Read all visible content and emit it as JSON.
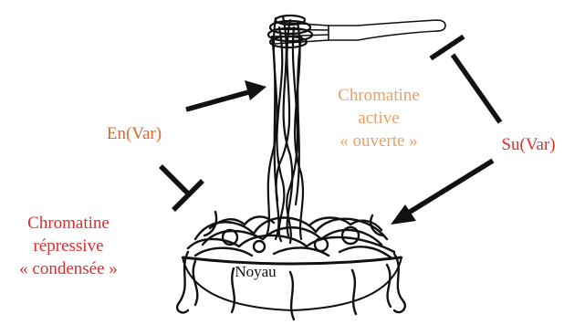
{
  "colors": {
    "enhancer": "#e0682c",
    "suppressor": "#e0302c",
    "active": "#e8a066",
    "repressive": "#e02c2c",
    "ink": "#111111"
  },
  "labels": {
    "en_var": "En(Var)",
    "su_var": "Su(Var)",
    "active": [
      "Chromatine",
      "active",
      "« ouverte »"
    ],
    "repressive": [
      "Chromatine",
      "répressive",
      "« condensée »"
    ],
    "noyau": "Noyau"
  },
  "icons": [
    "fork-icon",
    "bowl-icon",
    "spaghetti-icon"
  ]
}
